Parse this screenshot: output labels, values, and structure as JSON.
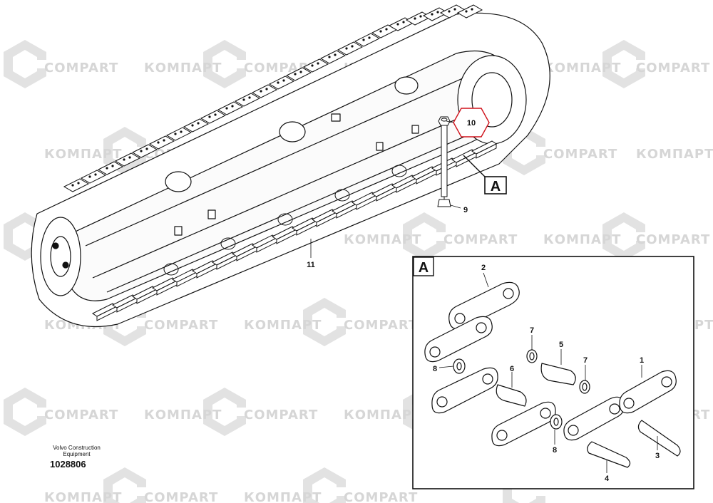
{
  "watermark": {
    "brand_latin": "COMPART",
    "brand_cyrillic": "КОМПАРТ"
  },
  "callouts": {
    "c1": "1",
    "c2": "2",
    "c3": "3",
    "c4": "4",
    "c5": "5",
    "c6": "6",
    "c7a": "7",
    "c7b": "7",
    "c8a": "8",
    "c8b": "8",
    "c9": "9",
    "c10": "10",
    "c11": "11"
  },
  "detail": {
    "ref": "A",
    "inset_label": "A"
  },
  "caption": {
    "line1": "Volvo Construction",
    "line2": "Equipment",
    "document_number": "1028806"
  },
  "colors": {
    "watermark": "#d6d6d6",
    "lineart": "#111111",
    "highlight": "#d0121b"
  }
}
